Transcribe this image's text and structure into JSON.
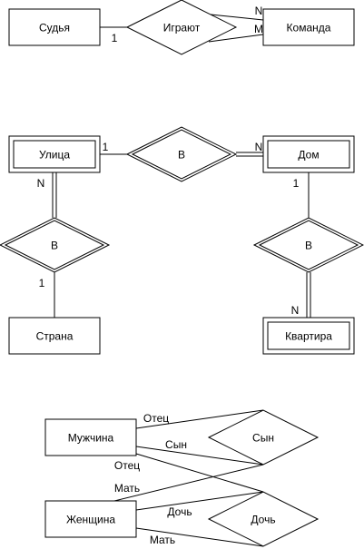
{
  "entities": {
    "sudya": "Судья",
    "komanda": "Команда",
    "ulitsa": "Улица",
    "dom": "Дом",
    "strana": "Страна",
    "kvartira": "Квартира",
    "muzhchina": "Мужчина",
    "zhenshchina": "Женщина"
  },
  "relationships": {
    "igrayut": "Играют",
    "v_ulitsa_dom": "В",
    "v_ulitsa_strana": "В",
    "v_dom_kvartira": "В",
    "syn": "Сын",
    "doch": "Дочь"
  },
  "cardinalities": {
    "sudya_igrayut": "1",
    "komanda_n": "N",
    "komanda_m": "M",
    "ulitsa_dom_left": "1",
    "ulitsa_dom_right": "N",
    "ulitsa_strana_top": "N",
    "ulitsa_strana_bottom": "1",
    "dom_kvartira_top": "1",
    "dom_kvartira_bottom": "N"
  },
  "roles": {
    "otets_syn": "Отец",
    "syn_label": "Сын",
    "otets_doch": "Отец",
    "mat_syn": "Мать",
    "doch_label": "Дочь",
    "mat_doch": "Мать"
  }
}
